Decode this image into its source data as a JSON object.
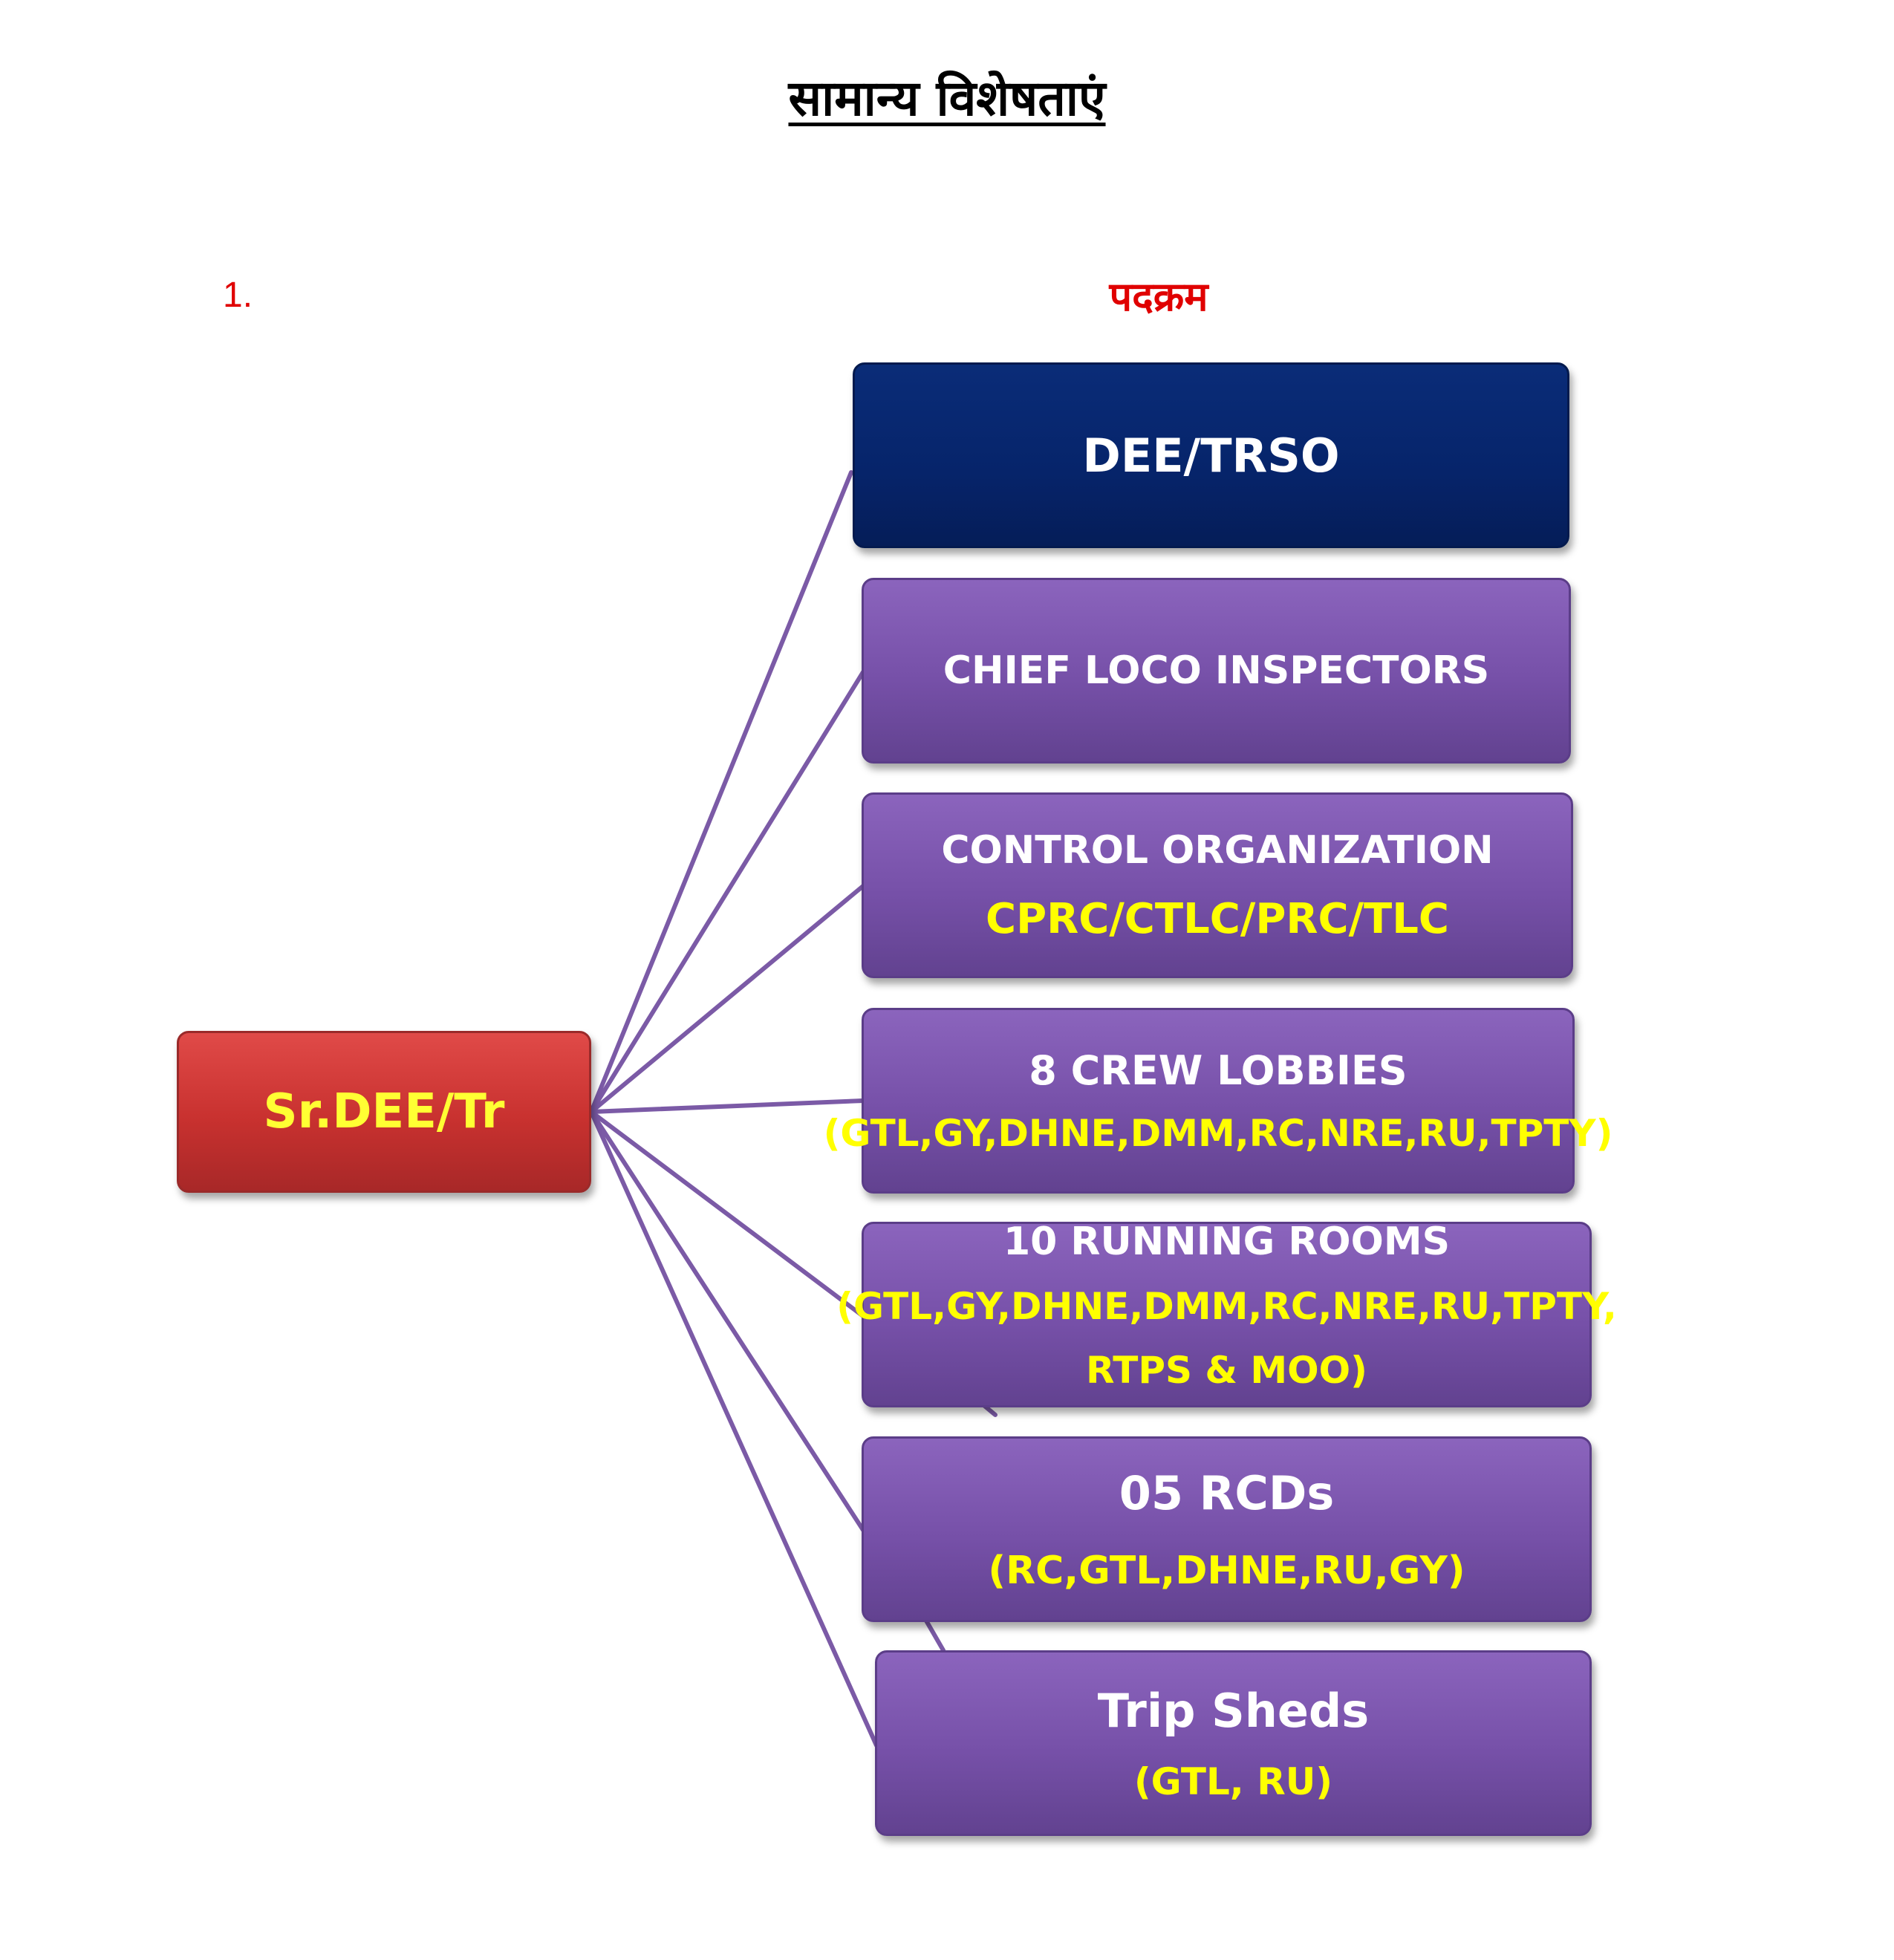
{
  "page": {
    "title": "सामान्य  विशेषताएं",
    "item_number": "1.",
    "section_heading": "पदक्रम"
  },
  "diagram": {
    "root": {
      "label": "Sr.DEE/Tr"
    },
    "top_node": {
      "label": "DEE/TRSO"
    },
    "children": [
      {
        "line1": "CHIEF LOCO INSPECTORS"
      },
      {
        "line1": "CONTROL ORGANIZATION",
        "line2": "CPRC/CTLC/PRC/TLC"
      },
      {
        "line1": "8 CREW LOBBIES",
        "line2": "(GTL,GY,DHNE,DMM,RC,NRE,RU,TPTY)"
      },
      {
        "line1": "10 RUNNING ROOMS",
        "line2": "(GTL,GY,DHNE,DMM,RC,NRE,RU,TPTY,",
        "line3": "RTPS & MOO)"
      },
      {
        "line1": "05 RCDs",
        "line2": "(RC,GTL,DHNE,RU,GY)"
      },
      {
        "line1": "Trip Sheds",
        "line2": "(GTL, RU)"
      }
    ]
  },
  "colors": {
    "connector": "#7b5aa6",
    "root_fill": "#c8312f",
    "root_text": "#ffff33",
    "top_fill": "#06246a",
    "child_fill": "#7650a8",
    "child_highlight_text": "#ffff00",
    "heading_red": "#e00000"
  }
}
